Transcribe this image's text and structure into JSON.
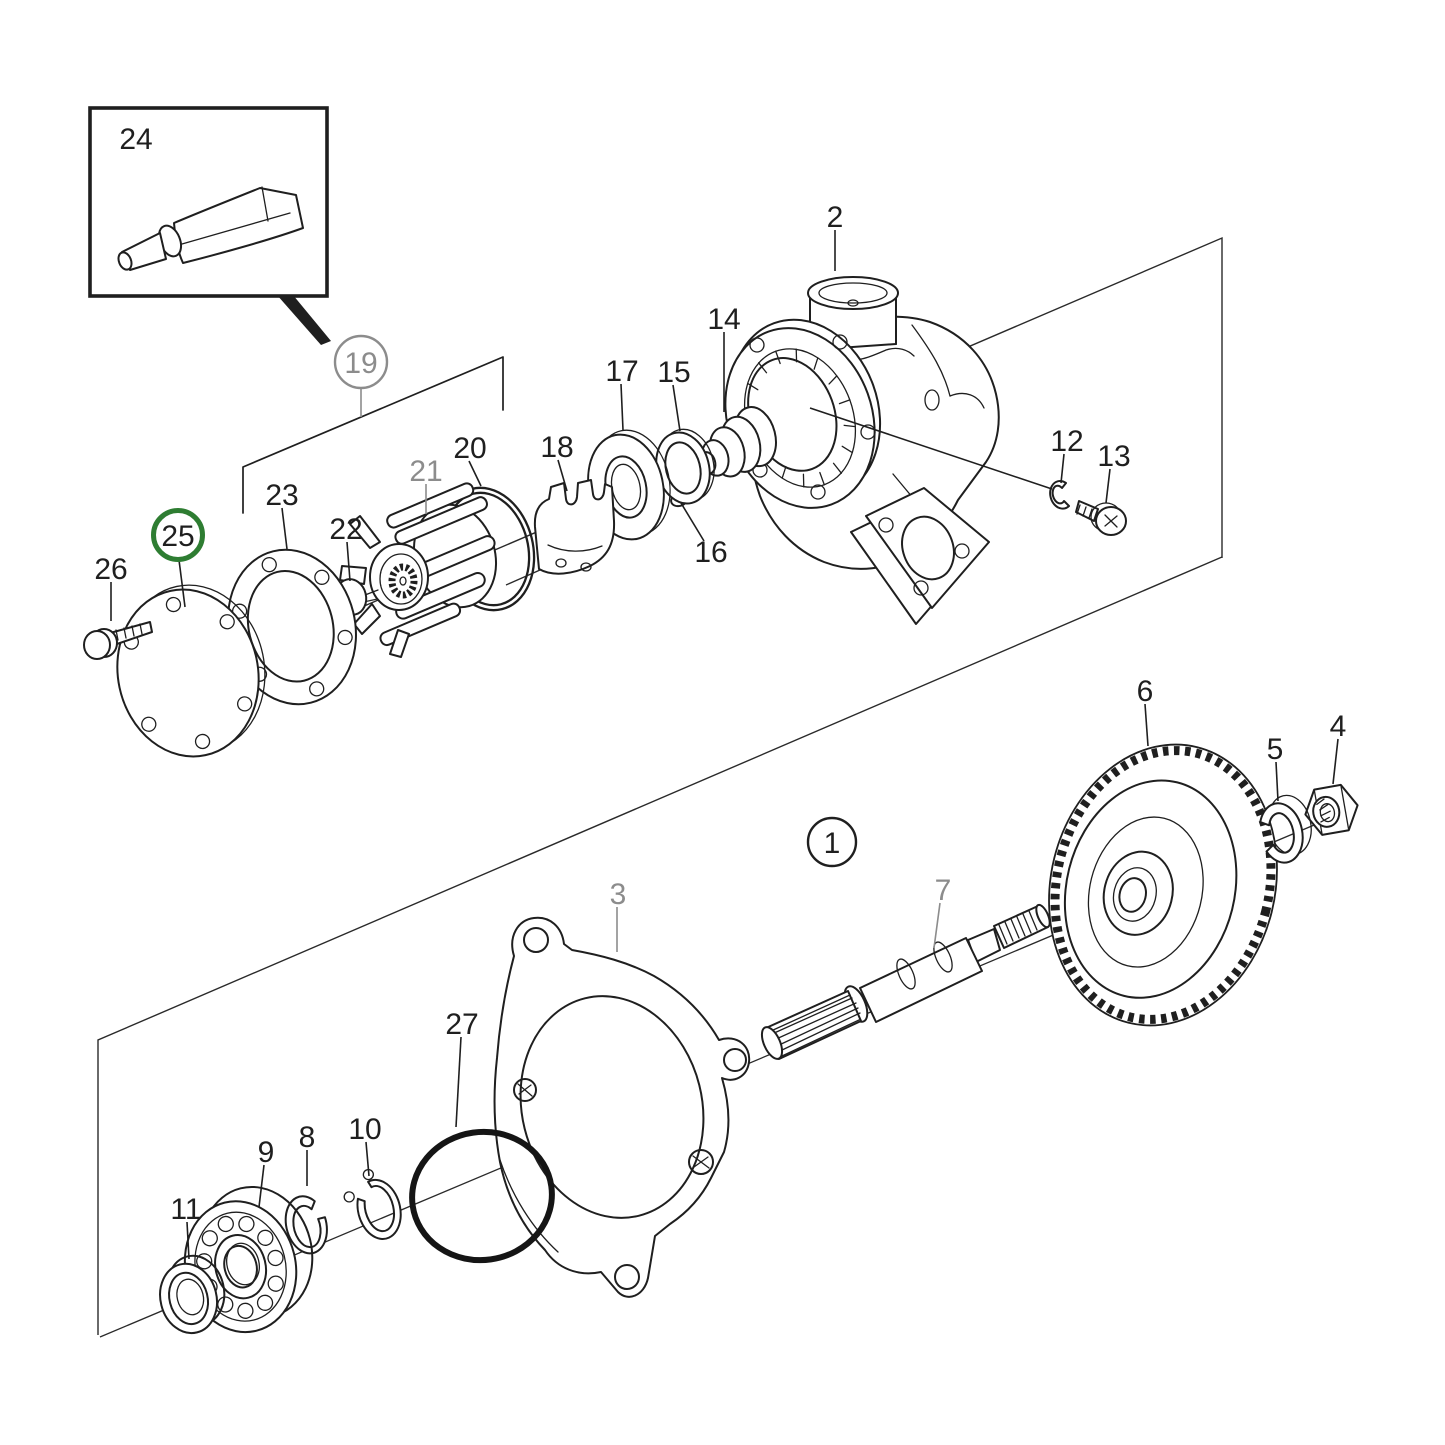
{
  "diagram": {
    "type": "exploded-parts-diagram",
    "description": "Water pump exploded view with numbered callouts",
    "style": {
      "background": "#ffffff",
      "line_color": "#1f1f1f",
      "muted_label_color": "#8c8c8c",
      "accent_green": "#2e7d32"
    },
    "callout_styles": {
      "circled_black": [
        "1"
      ],
      "circled_gray": [
        "19"
      ],
      "circled_green": [
        "25"
      ],
      "muted_gray_labels": [
        "3",
        "7",
        "19",
        "21"
      ],
      "boxed": [
        "24"
      ]
    },
    "callouts": {
      "n1": {
        "number": "1"
      },
      "n2": {
        "number": "2"
      },
      "n3": {
        "number": "3"
      },
      "n4": {
        "number": "4"
      },
      "n5": {
        "number": "5"
      },
      "n6": {
        "number": "6"
      },
      "n7": {
        "number": "7"
      },
      "n8": {
        "number": "8"
      },
      "n9": {
        "number": "9"
      },
      "n10": {
        "number": "10"
      },
      "n11": {
        "number": "11"
      },
      "n12": {
        "number": "12"
      },
      "n13": {
        "number": "13"
      },
      "n14": {
        "number": "14"
      },
      "n15": {
        "number": "15"
      },
      "n16": {
        "number": "16"
      },
      "n17": {
        "number": "17"
      },
      "n18": {
        "number": "18"
      },
      "n19": {
        "number": "19"
      },
      "n20": {
        "number": "20"
      },
      "n21": {
        "number": "21"
      },
      "n22": {
        "number": "22"
      },
      "n23": {
        "number": "23"
      },
      "n24": {
        "number": "24"
      },
      "n25": {
        "number": "25"
      },
      "n26": {
        "number": "26"
      },
      "n27": {
        "number": "27"
      }
    }
  }
}
